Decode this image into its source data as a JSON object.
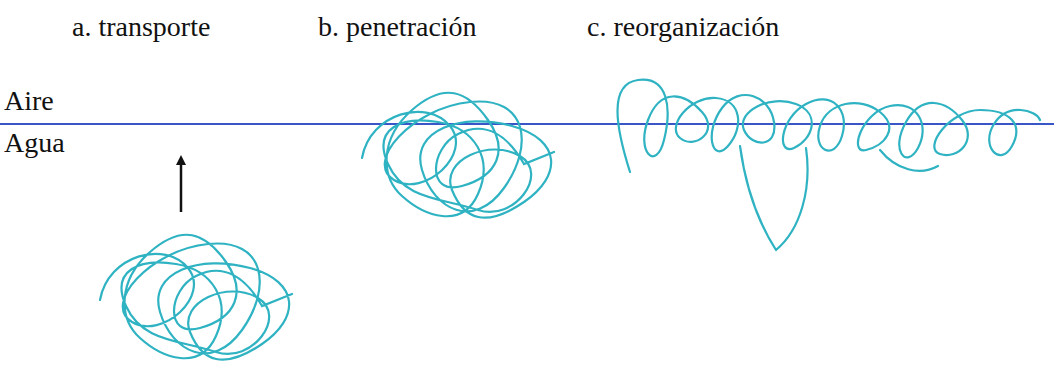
{
  "diagram": {
    "labels": [
      "a. transporte",
      "b. penetración",
      "c. reorganización",
      "Aire",
      "Agua"
    ]
  }
}
